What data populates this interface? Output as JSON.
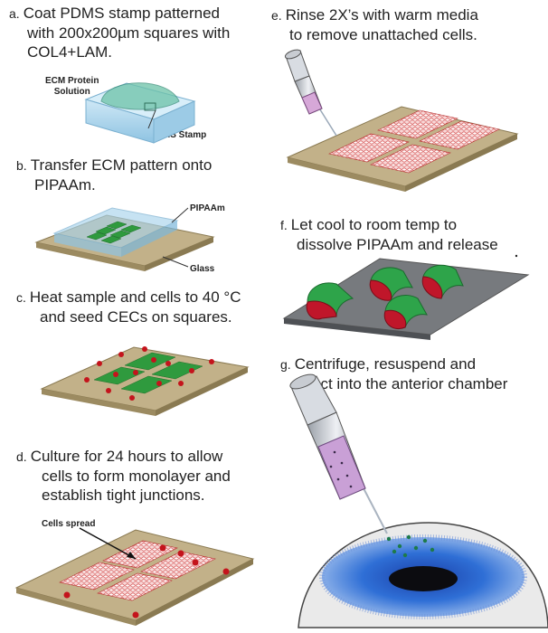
{
  "steps": {
    "a": {
      "label": "a.",
      "line1": "Coat PDMS stamp patterned",
      "line2": "with 200x200µm squares with",
      "line3": "COL4+LAM."
    },
    "b": {
      "label": "b.",
      "line1": "Transfer ECM pattern onto",
      "line2": "PIPAAm."
    },
    "c": {
      "label": "c.",
      "line1": "Heat sample and cells to 40 °C",
      "line2": "and seed CECs on squares."
    },
    "d": {
      "label": "d.",
      "line1": "Culture for 24 hours to allow",
      "line2": "cells to form monolayer and",
      "line3": "establish tight junctions."
    },
    "e": {
      "label": "e.",
      "line1": "Rinse 2X’s with warm media",
      "line2": "to remove unattached cells."
    },
    "f": {
      "label": "f.",
      "line1": "Let cool to room temp to",
      "line2": "dissolve PIPAAm and release"
    },
    "g": {
      "label": "g.",
      "line1": "Centrifuge, resuspend and",
      "line2": "inject into the anterior chamber"
    }
  },
  "annotations": {
    "ecm_line1": "ECM Protein",
    "ecm_line2": "Solution",
    "pdms": "PDMS Stamp",
    "pipaam": "PIPAAm",
    "glass": "Glass",
    "cells_spread": "Cells spread"
  },
  "colors": {
    "glass": "#c2b189",
    "glass_edge": "#8a7a52",
    "pattern_green": "#2f9a3e",
    "cell_red": "#c4141c",
    "stamp_blue": "#a8d4ec",
    "eye_blue": "#2a64c8"
  }
}
